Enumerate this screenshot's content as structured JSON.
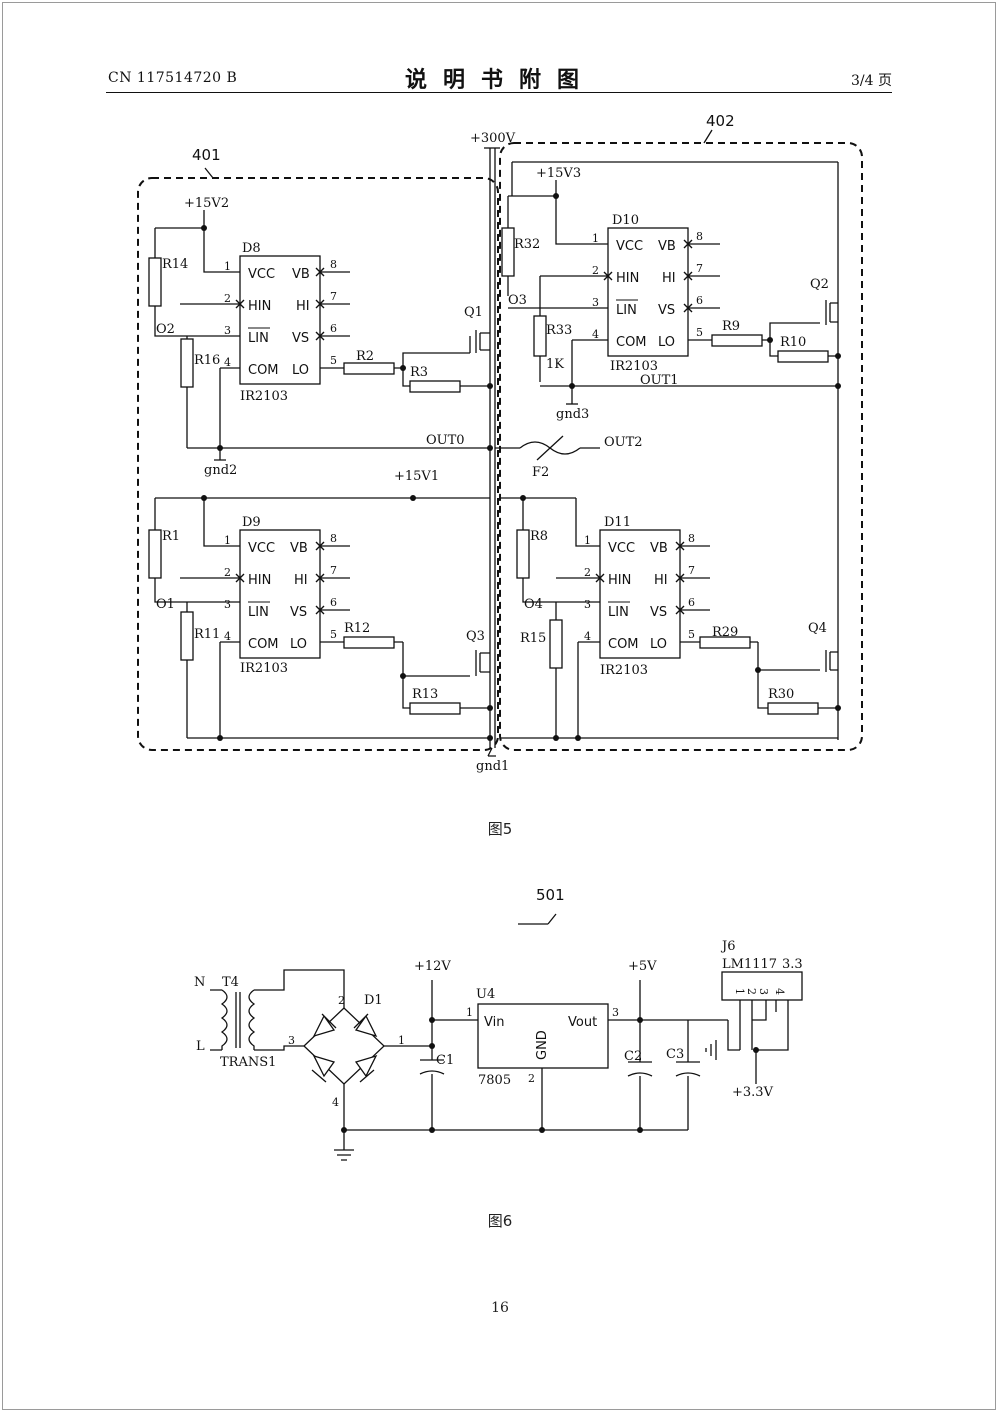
{
  "header": {
    "doc_no": "CN 117514720 B",
    "title": "说明书附图",
    "page_of": "3/4 页"
  },
  "figure5": {
    "caption": "图5",
    "groups": [
      "401",
      "402"
    ],
    "rails": [
      "+300V",
      "+15V2",
      "+15V3",
      "+15V1",
      "gnd1",
      "gnd2",
      "gnd3"
    ],
    "nets": [
      "OUT0",
      "OUT1",
      "OUT2",
      "O1",
      "O2",
      "O3",
      "O4"
    ],
    "fuse": "F2",
    "drivers": [
      {
        "ref": "D8",
        "part": "IR2103"
      },
      {
        "ref": "D10",
        "part": "IR2103"
      },
      {
        "ref": "D9",
        "part": "IR2103"
      },
      {
        "ref": "D11",
        "part": "IR2103"
      }
    ],
    "ic_pins": {
      "left_nums": [
        "1",
        "2",
        "3",
        "4"
      ],
      "left_names": [
        "VCC",
        "HIN",
        "LIN",
        "COM"
      ],
      "right_names": [
        "VB",
        "HI",
        "VS",
        "LO"
      ],
      "right_nums": [
        "8",
        "7",
        "6",
        "5"
      ]
    },
    "transistors": [
      "Q1",
      "Q2",
      "Q3",
      "Q4"
    ],
    "resistors": [
      "R14",
      "R16",
      "R2",
      "R3",
      "R32",
      "R33",
      "R9",
      "R10",
      "R1",
      "R11",
      "R12",
      "R13",
      "R8",
      "R15",
      "R29",
      "R30"
    ],
    "r33_value": "1K"
  },
  "figure6": {
    "caption": "图6",
    "group": "501",
    "transformer": {
      "ref": "T4",
      "part": "TRANS1",
      "n": "N",
      "l": "L",
      "pin2": "2",
      "pin3": "3"
    },
    "bridge": {
      "ref": "D1",
      "pin1": "1",
      "pin2": "2",
      "pin4": "4"
    },
    "rails": [
      "+12V",
      "+5V",
      "+3.3V"
    ],
    "regulator": {
      "ref": "U4",
      "part": "7805",
      "vin": "Vin",
      "vout": "Vout",
      "gnd": "GND",
      "pin1": "1",
      "pin2": "2",
      "pin3": "3"
    },
    "caps": [
      "C1",
      "C2",
      "C3"
    ],
    "ldo": {
      "ref": "J6",
      "part": "LM1117",
      "val": "3.3",
      "pins": [
        "1",
        "2",
        "3",
        "4"
      ]
    }
  },
  "page_number": "16"
}
